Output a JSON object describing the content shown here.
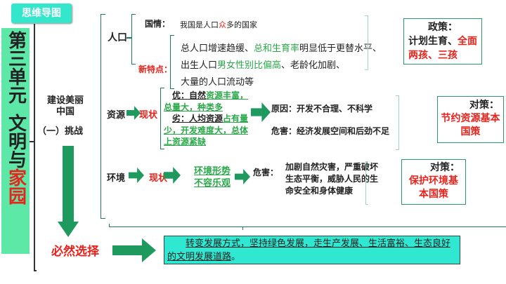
{
  "header": {
    "mindmap_label": "思维导图"
  },
  "unit": {
    "part1": "第三单元",
    "part2_black": "文明与",
    "part2_red": "家园"
  },
  "topic": {
    "title": "建设美丽中国",
    "subtitle": "（一）挑战"
  },
  "population": {
    "label": "人口",
    "situation_label": "国情：",
    "situation_pre": "我国是人口",
    "situation_red": "众",
    "situation_post": "多的国家",
    "features_label": "新特点：",
    "line1_a": "总人口增速趋缓、",
    "line1_g": "总和生育率",
    "line1_b": "明显低于更替水平、",
    "line2_a": "出生人口",
    "line2_g": "男女性别比偏高",
    "line2_b": "、老龄化加剧、",
    "line3": "大量的人口流动等",
    "policy_title": "政策：",
    "policy_black": "计划生育、",
    "policy_red": "全面两孩、三孩"
  },
  "resources": {
    "label": "资源",
    "status": "现状",
    "adv_label": "优：自然",
    "adv_green": "资源丰富，总量大，种类多",
    "dis_label": "劣：人均资源",
    "dis_green": "占有量少，开发难度大，总体上资源紧缺",
    "cause": "原因：开发不合理、不科学",
    "harm": "危害：经济发展空间和后劲不足",
    "policy_title": "对策：",
    "policy": "节约资源基本国策"
  },
  "environment": {
    "label": "环境",
    "status": "现状",
    "situation": "环境形势不容乐观",
    "harm_label": "危害：",
    "harm_text": "加剧自然灾害，严重破坏生态平衡，威胁人民的生命安全和身体健康",
    "policy_title": "对策：",
    "policy": "保护环境基本国策"
  },
  "choice": {
    "label": "必然选择",
    "text": "转变发展方式，坚持绿色发展，走生产发展、生活富裕、生态良好的文明发展道路",
    "end": "。"
  },
  "colors": {
    "accent_green": "#1f9a5e",
    "red": "#e8231c",
    "teal": "#2ee8cf",
    "bar": "#5ee8a8"
  }
}
